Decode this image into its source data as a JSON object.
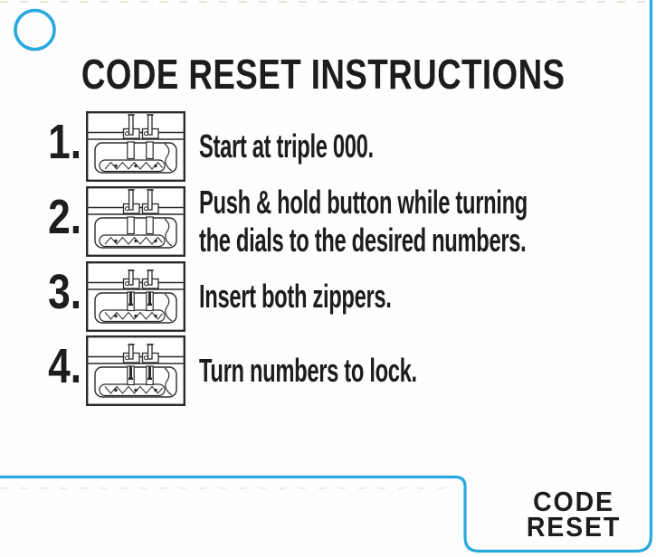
{
  "page": {
    "title": "CODE RESET INSTRUCTIONS",
    "accent_color": "#2AA9DF",
    "text_color": "#1d1d1b",
    "background_color": "#fefefe"
  },
  "steps": [
    {
      "number": "1.",
      "icon": "lock-zippers-out",
      "lines": [
        "Start at triple 000."
      ]
    },
    {
      "number": "2.",
      "icon": "lock-zippers-out",
      "lines": [
        "Push & hold button while turning",
        "the dials to the desired numbers."
      ]
    },
    {
      "number": "3.",
      "icon": "lock-zippers-in",
      "lines": [
        "Insert both zippers."
      ]
    },
    {
      "number": "4.",
      "icon": "lock-zippers-in",
      "lines": [
        "Turn numbers to lock."
      ]
    }
  ],
  "footer_tab": {
    "line1": "CODE",
    "line2": "RESET"
  }
}
